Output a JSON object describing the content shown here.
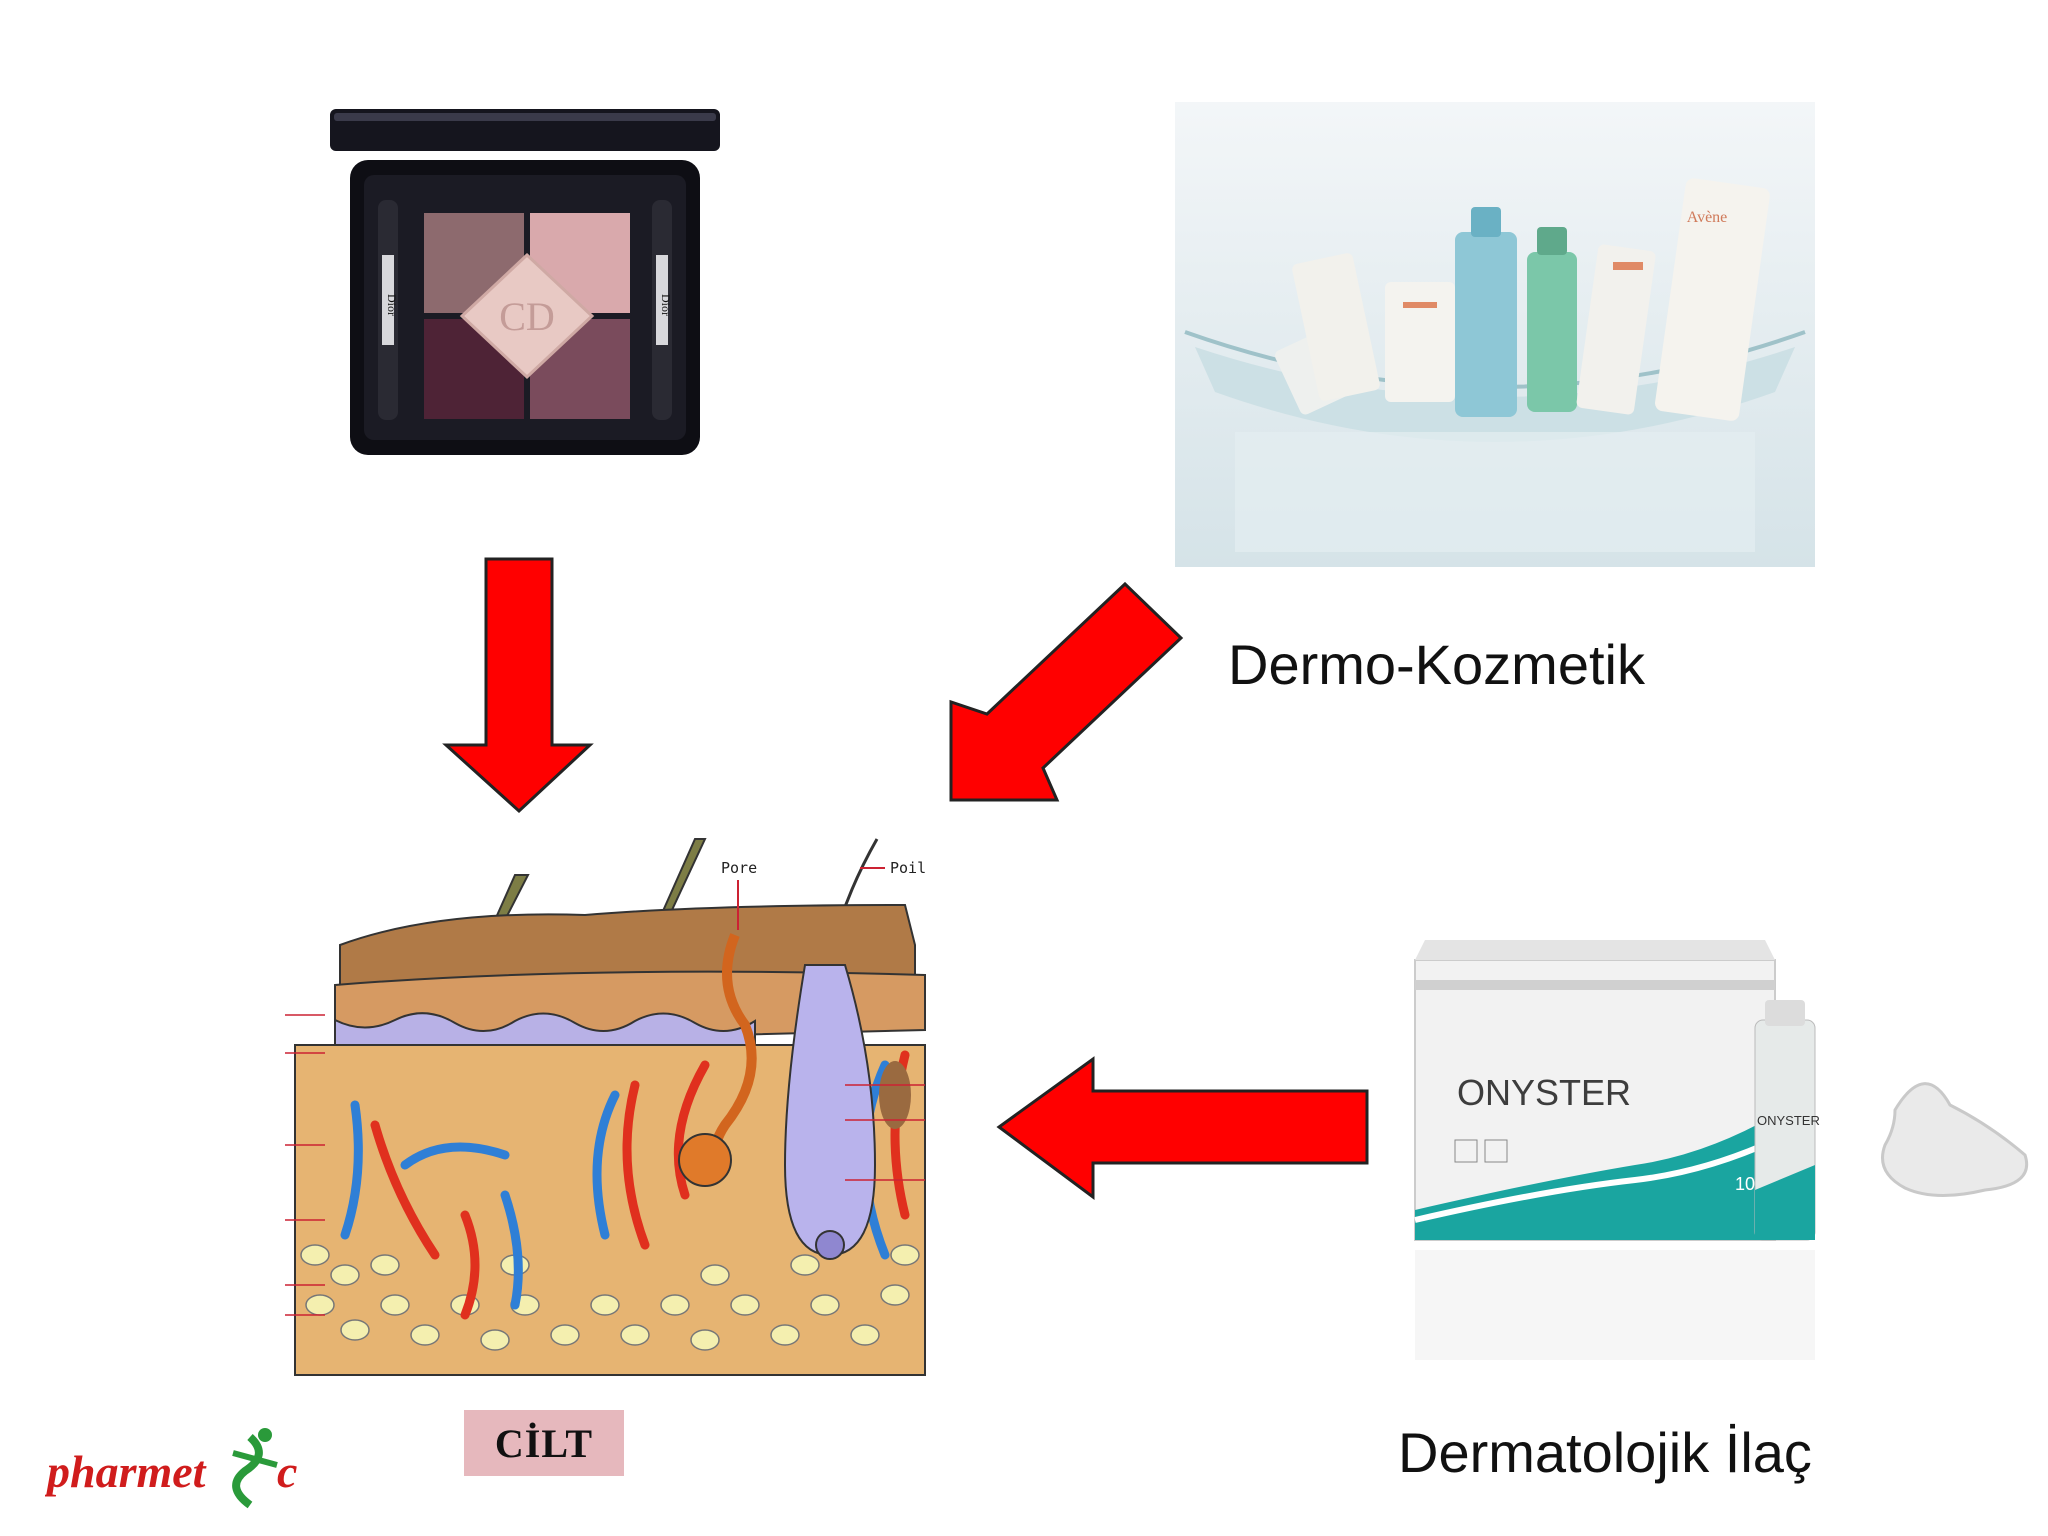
{
  "products": {
    "cosmetic": {
      "brand_text": "Dior",
      "monogram": "CD"
    },
    "dermo_cosmetic": {
      "caption": "Dermo-Kozmetik",
      "brand_text": "Avène"
    },
    "dermatological_drug": {
      "caption": "Dermatolojik İlaç",
      "brand_text": "ONYSTER",
      "pack_size": "10"
    }
  },
  "skin_diagram": {
    "label_pore": "Pore",
    "label_poil": "Poil",
    "caption": "CİLT"
  },
  "logo": {
    "text_left": "pharmet",
    "text_right": "c"
  },
  "colors": {
    "arrow": "#ff0000",
    "caption_box": "#e6b8bd"
  }
}
